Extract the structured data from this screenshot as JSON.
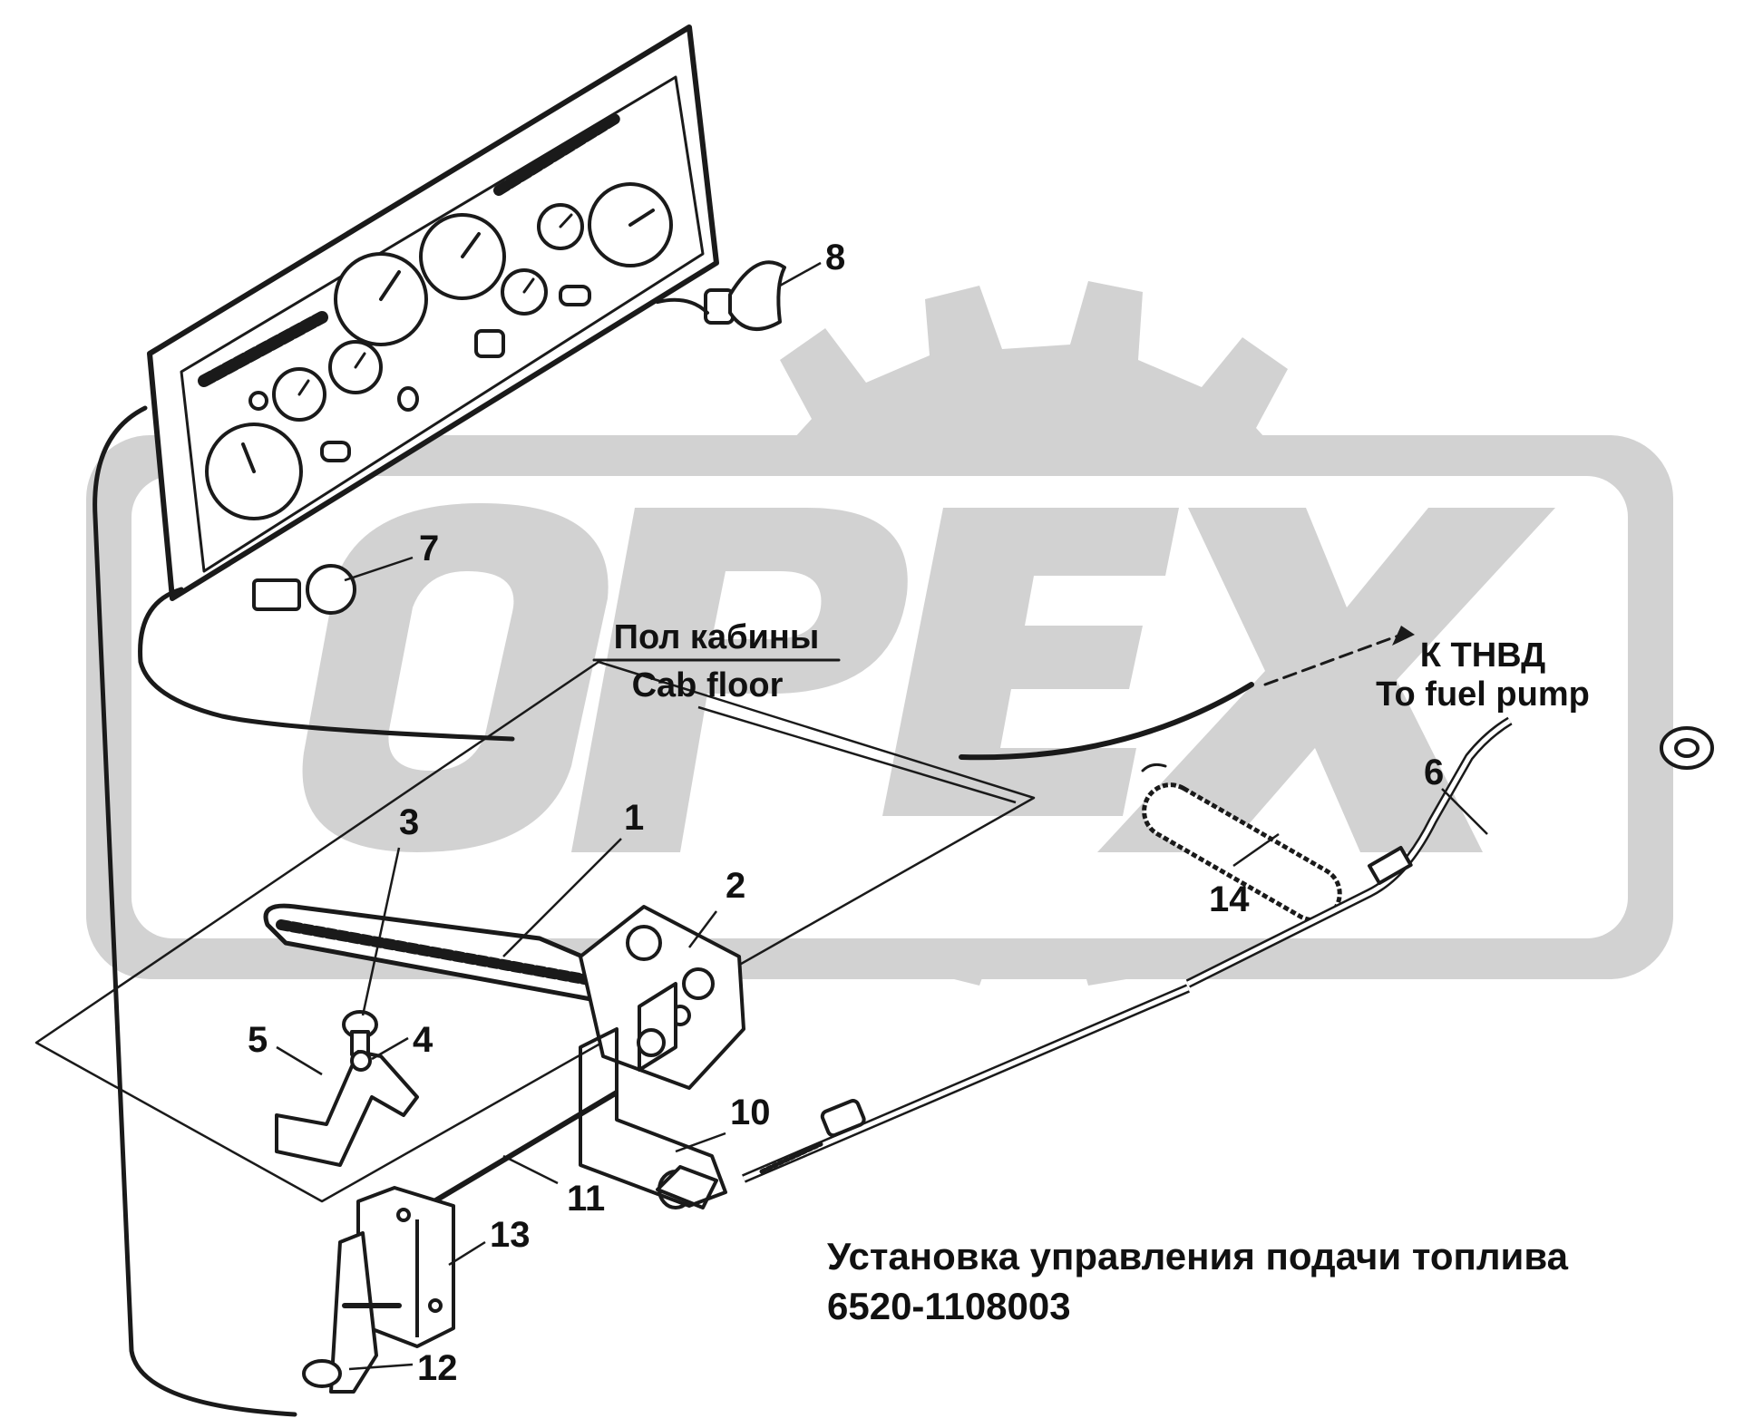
{
  "watermark": {
    "brand": "OPEX",
    "color": "#d2d2d2"
  },
  "annotations": {
    "cab_floor_ru": "Пол кабины",
    "cab_floor_en": "Cab floor",
    "fuel_pump_ru": "К ТНВД",
    "fuel_pump_en": "To fuel pump"
  },
  "callouts": [
    "1",
    "2",
    "3",
    "4",
    "5",
    "6",
    "7",
    "8",
    "10",
    "11",
    "12",
    "13",
    "14"
  ],
  "caption": {
    "title": "Установка управления подачи топлива",
    "part_number": "6520-1108003"
  }
}
